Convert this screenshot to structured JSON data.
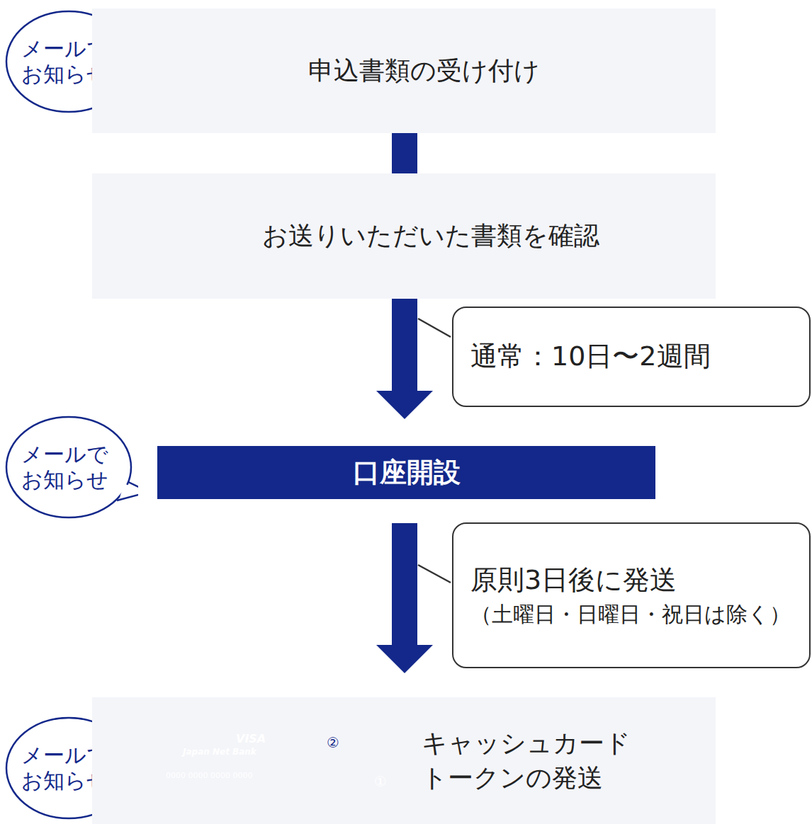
{
  "diagram": {
    "nodes": [
      {
        "text": [
          "メールで お知らせ"
        ]
      },
      {
        "text": [
          "申込書類の受け付け"
        ]
      },
      {
        "text": [
          "お送りいただいた書類を確認"
        ]
      },
      {
        "text": [
          "通常：10日〜2週間"
        ]
      },
      {
        "text": [
          "メールで お知らせ"
        ]
      },
      {
        "text": [
          "口座開設"
        ]
      },
      {
        "text": [
          "原則3日後に発送",
          "（土曜日・日曜日・祝日は除く）"
        ]
      },
      {
        "text": [
          "メールで お知らせ"
        ]
      },
      {
        "text": [
          "キャッシュカード トークンの発送"
        ]
      }
    ],
    "edges": [
      {
        "from": 1,
        "to": 2,
        "arrow": "none"
      },
      {
        "from": 2,
        "to": 5,
        "arrow": "to"
      },
      {
        "from": 5,
        "to": 8,
        "arrow": "to"
      }
    ],
    "labels": [
      "VISA",
      "Japan Net Bank",
      "0000 0000 0000 0000",
      "②",
      "①"
    ]
  }
}
